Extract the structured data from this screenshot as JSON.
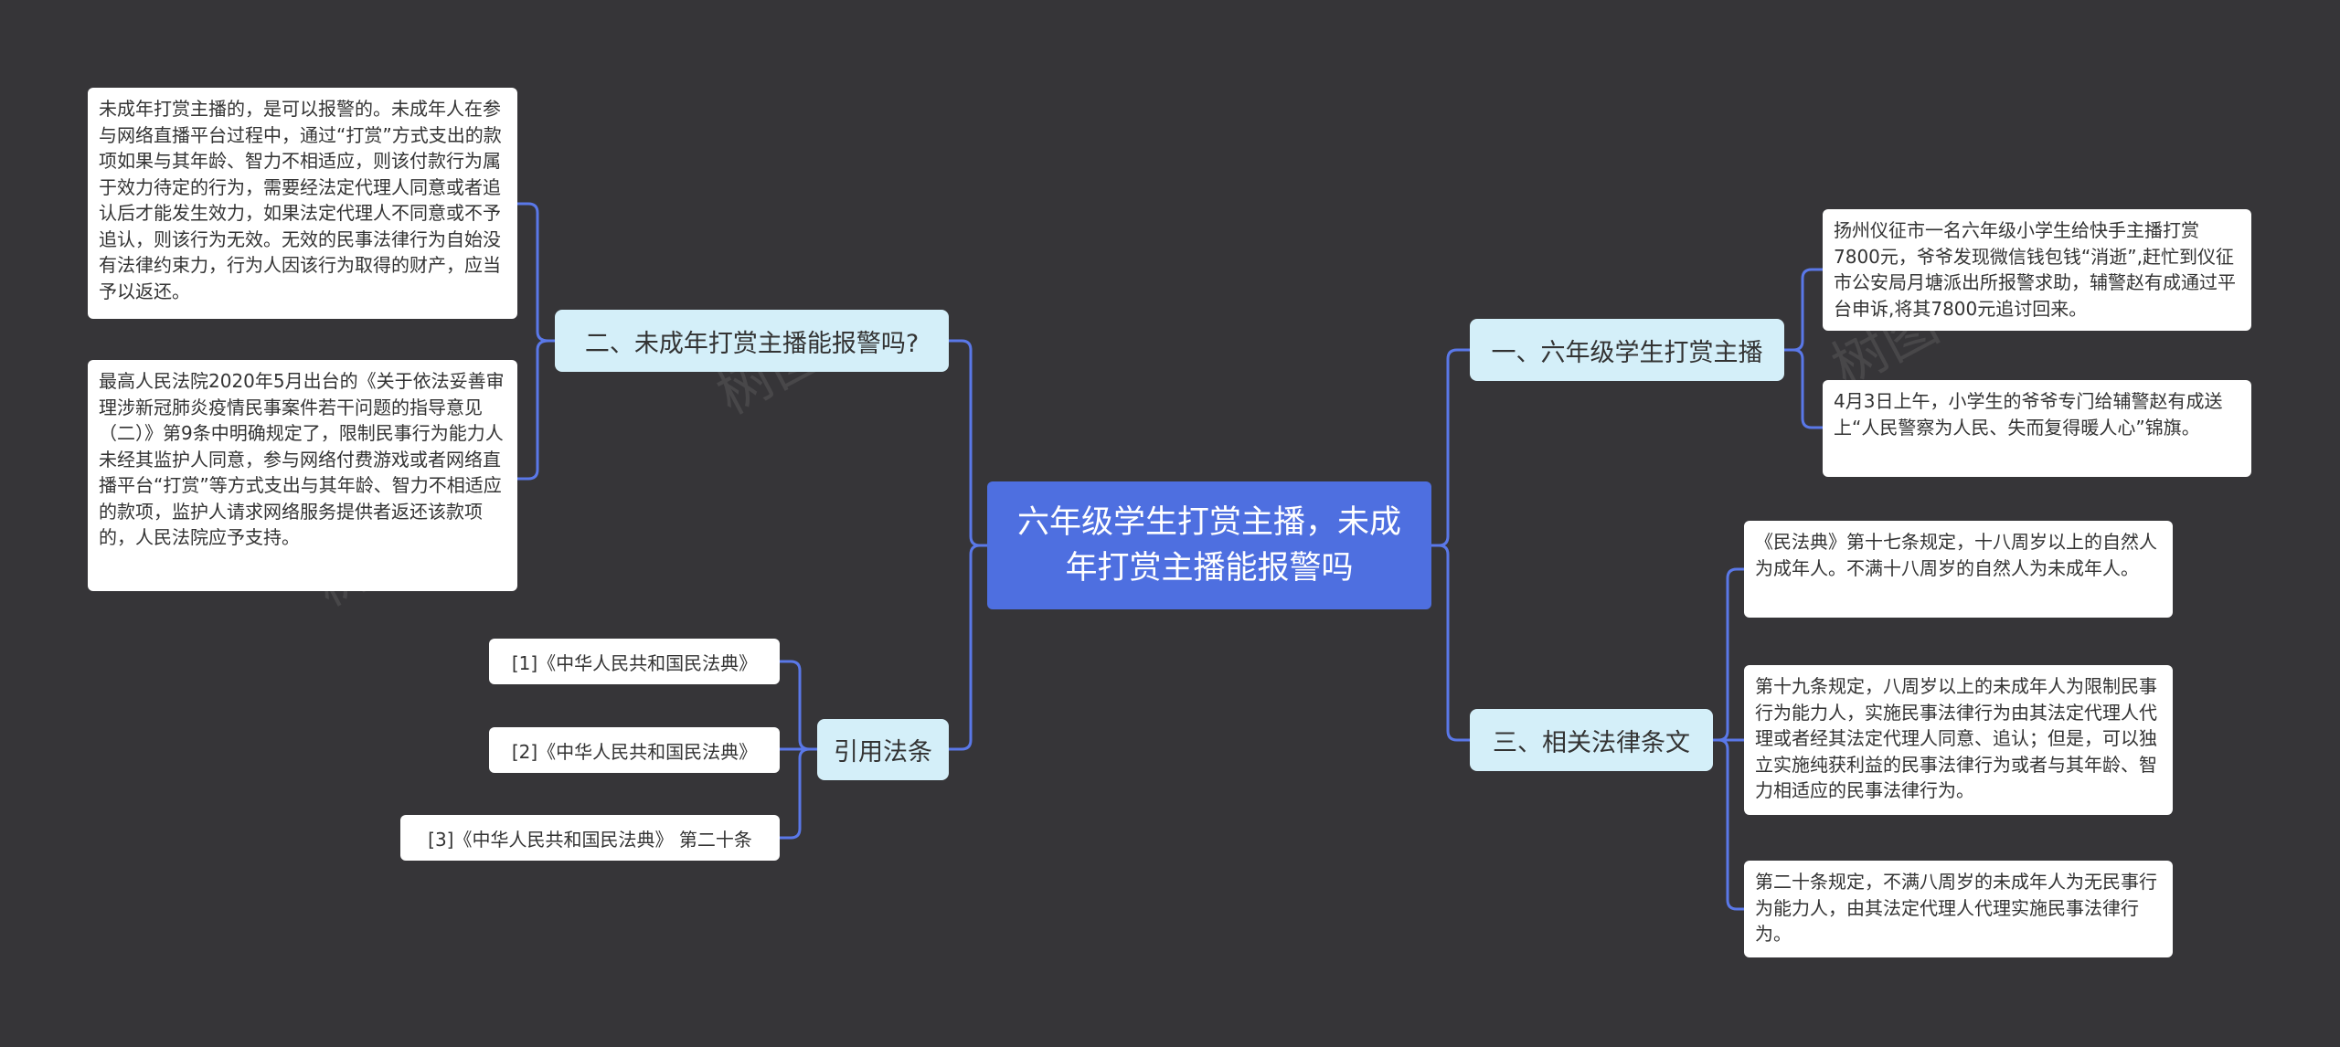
{
  "root": {
    "title": "六年级学生打赏主播，未成年打赏主播能报警吗"
  },
  "branches": {
    "b1": "一、六年级学生打赏主播",
    "b2": "二、未成年打赏主播能报警吗?",
    "b3": "三、相关法律条文",
    "b4": "引用法条"
  },
  "leaves": {
    "b1_1": "扬州仪征市一名六年级小学生给快手主播打赏7800元，爷爷发现微信钱包钱“消逝”,赶忙到仪征市公安局月塘派出所报警求助，辅警赵有成通过平台申诉,将其7800元追讨回来。",
    "b1_2": "4月3日上午，小学生的爷爷专门给辅警赵有成送上“人民警察为人民、失而复得暖人心”锦旗。",
    "b2_1": "未成年打赏主播的，是可以报警的。未成年人在参与网络直播平台过程中，通过“打赏”方式支出的款项如果与其年龄、智力不相适应，则该付款行为属于效力待定的行为，需要经法定代理人同意或者追认后才能发生效力，如果法定代理人不同意或不予追认，则该行为无效。无效的民事法律行为自始没有法律约束力，行为人因该行为取得的财产，应当予以返还。",
    "b2_2": "最高人民法院2020年5月出台的《关于依法妥善审理涉新冠肺炎疫情民事案件若干问题的指导意见（二）》第9条中明确规定了，限制民事行为能力人未经其监护人同意，参与网络付费游戏或者网络直播平台“打赏”等方式支出与其年龄、智力不相适应的款项，监护人请求网络服务提供者返还该款项的，人民法院应予支持。",
    "b3_1": "《民法典》第十七条规定，十八周岁以上的自然人为成年人。不满十八周岁的自然人为未成年人。",
    "b3_2": "第十九条规定，八周岁以上的未成年人为限制民事行为能力人，实施民事法律行为由其法定代理人代理或者经其法定代理人同意、追认；但是，可以独立实施纯获利益的民事法律行为或者与其年龄、智力相适应的民事法律行为。",
    "b3_3": "第二十条规定，不满八周岁的未成年人为无民事行为能力人，由其法定代理人代理实施民事法律行为。"
  },
  "citations": [
    "[1]《中华人民共和国民法典》",
    "[2]《中华人民共和国民法典》",
    "[3]《中华人民共和国民法典》 第二十条"
  ],
  "watermark": "树图",
  "colors": {
    "background": "#363538",
    "root": "#4e6fe0",
    "branch": "#d4eff9",
    "leaf": "#ffffff",
    "connector": "#4e6fe0"
  }
}
